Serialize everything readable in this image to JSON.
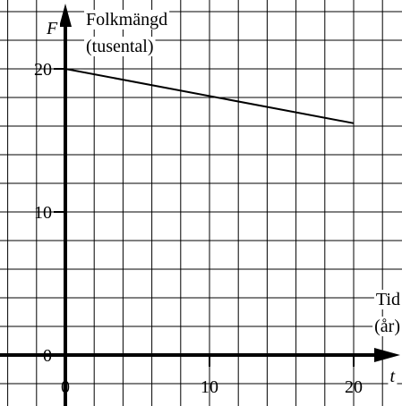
{
  "chart_data": {
    "type": "line",
    "x_axis": {
      "symbol": "t",
      "label_line1": "Tid",
      "label_line2": "(år)",
      "ticks": [
        0,
        10,
        20
      ],
      "range": [
        -4,
        24
      ],
      "grid_step": 2
    },
    "y_axis": {
      "symbol": "F",
      "label_line1": "Folkmängd",
      "label_line2": "(tusental)",
      "ticks": [
        0,
        10,
        20
      ],
      "range": [
        -2.2,
        24.5
      ],
      "grid_step": 2
    },
    "grid": true,
    "series": [
      {
        "x": [
          0,
          20
        ],
        "y": [
          20,
          16.2
        ]
      }
    ]
  }
}
